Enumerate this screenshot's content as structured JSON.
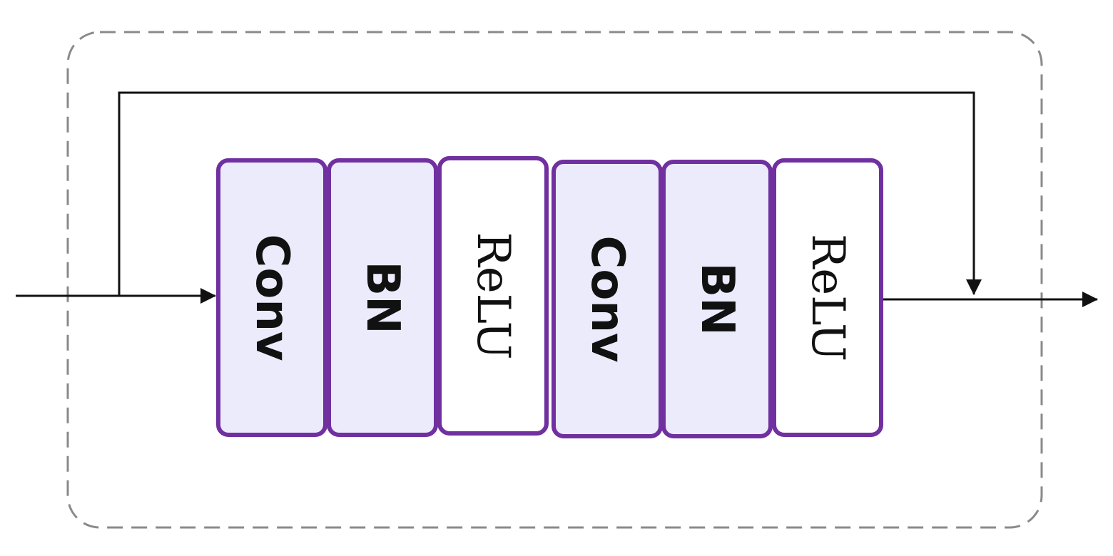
{
  "colors": {
    "block_stroke": "#7030a0",
    "block_fill_tinted": "#ebebfc",
    "block_fill_plain": "#ffffff",
    "arrow": "#111111",
    "container_dash": "#8a8a8a"
  },
  "blocks": [
    {
      "label": "Conv",
      "fill": "tinted",
      "style": "sans"
    },
    {
      "label": "BN",
      "fill": "tinted",
      "style": "sans"
    },
    {
      "label": "ReLU",
      "fill": "plain",
      "style": "serif"
    },
    {
      "label": "Conv",
      "fill": "tinted",
      "style": "sans"
    },
    {
      "label": "BN",
      "fill": "tinted",
      "style": "sans"
    },
    {
      "label": "ReLU",
      "fill": "plain",
      "style": "serif"
    }
  ]
}
